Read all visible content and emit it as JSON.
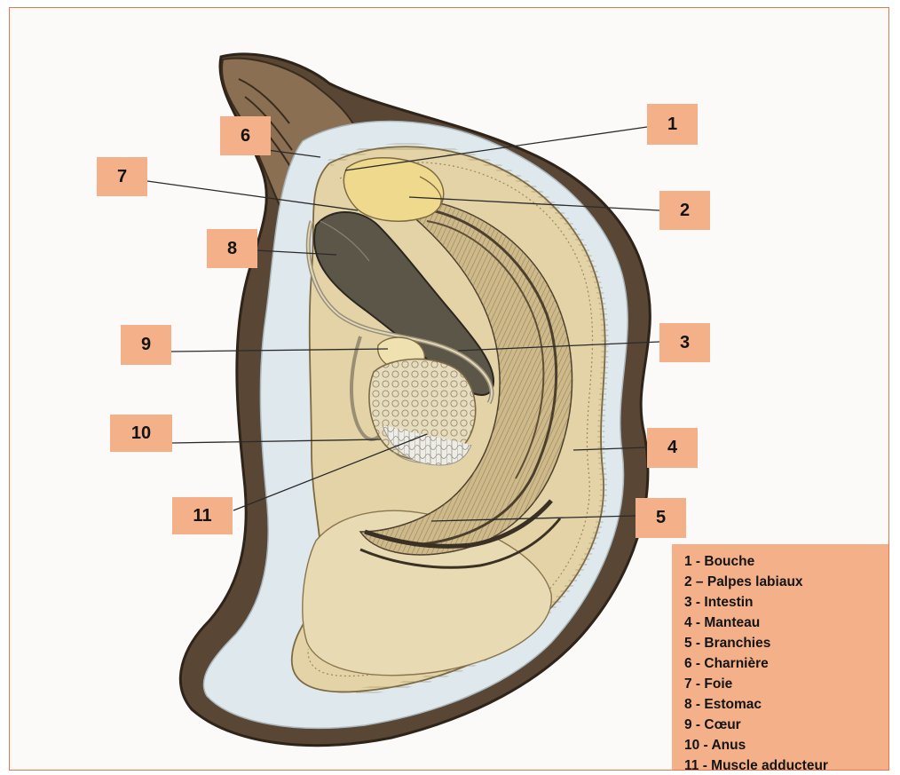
{
  "diagram": {
    "labels": [
      {
        "id": "1",
        "text": "1"
      },
      {
        "id": "2",
        "text": "2"
      },
      {
        "id": "3",
        "text": "3"
      },
      {
        "id": "4",
        "text": "4"
      },
      {
        "id": "5",
        "text": "5"
      },
      {
        "id": "6",
        "text": "6"
      },
      {
        "id": "7",
        "text": "7"
      },
      {
        "id": "8",
        "text": "8"
      },
      {
        "id": "9",
        "text": "9"
      },
      {
        "id": "10",
        "text": "10"
      },
      {
        "id": "11",
        "text": "11"
      }
    ],
    "legend": [
      "1 - Bouche",
      "2 – Palpes labiaux",
      "3 - Intestin",
      "4 - Manteau",
      "5 - Branchies",
      "6 - Charnière",
      "7 - Foie",
      "8 - Estomac",
      "9 - Cœur",
      "10 - Anus",
      "11 - Muscle adducteur"
    ],
    "colors": {
      "label_fill": "#f4b088",
      "frame_border": "#e07a4e",
      "shell_outer": "#5a4634",
      "shell_nacre": "#dfe8ec",
      "mantle": "#e3d3a6",
      "gills": "#4c3f2e",
      "stomach": "#5c5648",
      "muscle": "#ece9e2",
      "palps": "#efd98c"
    }
  }
}
